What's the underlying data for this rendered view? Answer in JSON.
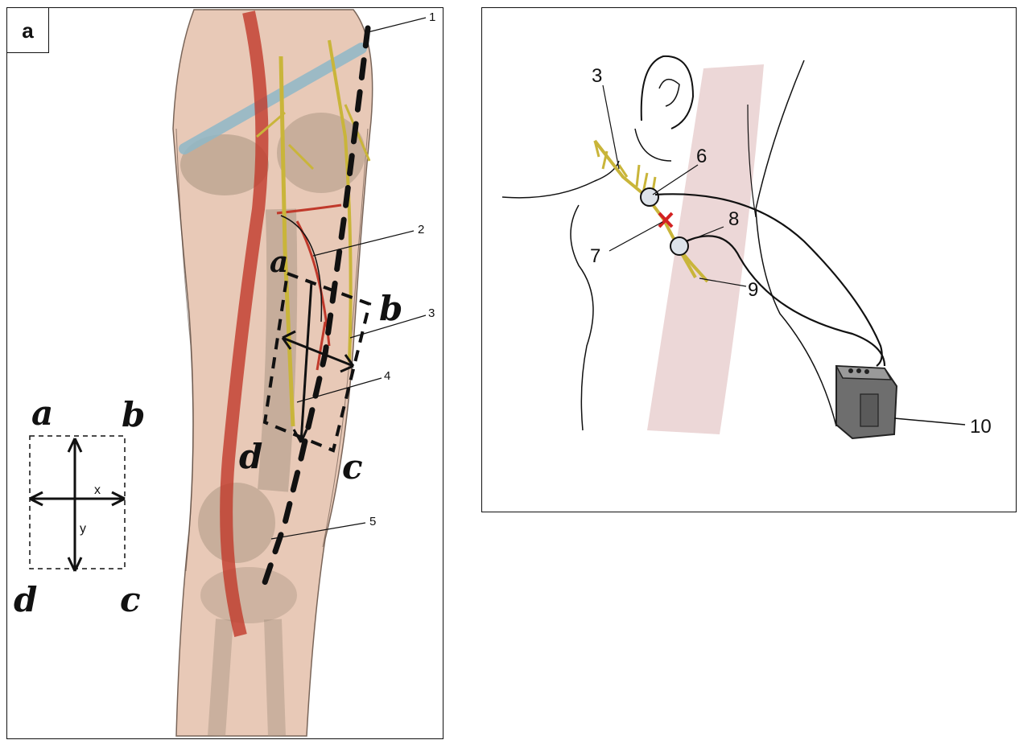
{
  "panel_a": {
    "letter": "a",
    "callouts": {
      "c1": "1",
      "c2": "2",
      "c3": "3",
      "c4": "4",
      "c5": "5"
    },
    "corners": {
      "a": "a",
      "b": "b",
      "c": "c",
      "d": "d"
    },
    "schema": {
      "a": "a",
      "b": "b",
      "c": "c",
      "d": "d",
      "x": "x",
      "y": "y"
    }
  },
  "panel_b": {
    "callouts": {
      "c3": "3",
      "c6": "6",
      "c7": "7",
      "c8": "8",
      "c9": "9",
      "c10": "10"
    }
  },
  "colors": {
    "skin": "#e6c4b0",
    "artery": "#c0392b",
    "vein": "#8fb8c8",
    "nerve": "#c9b53a",
    "bone": "#9e8c7a",
    "device": "#6e6e6e"
  }
}
